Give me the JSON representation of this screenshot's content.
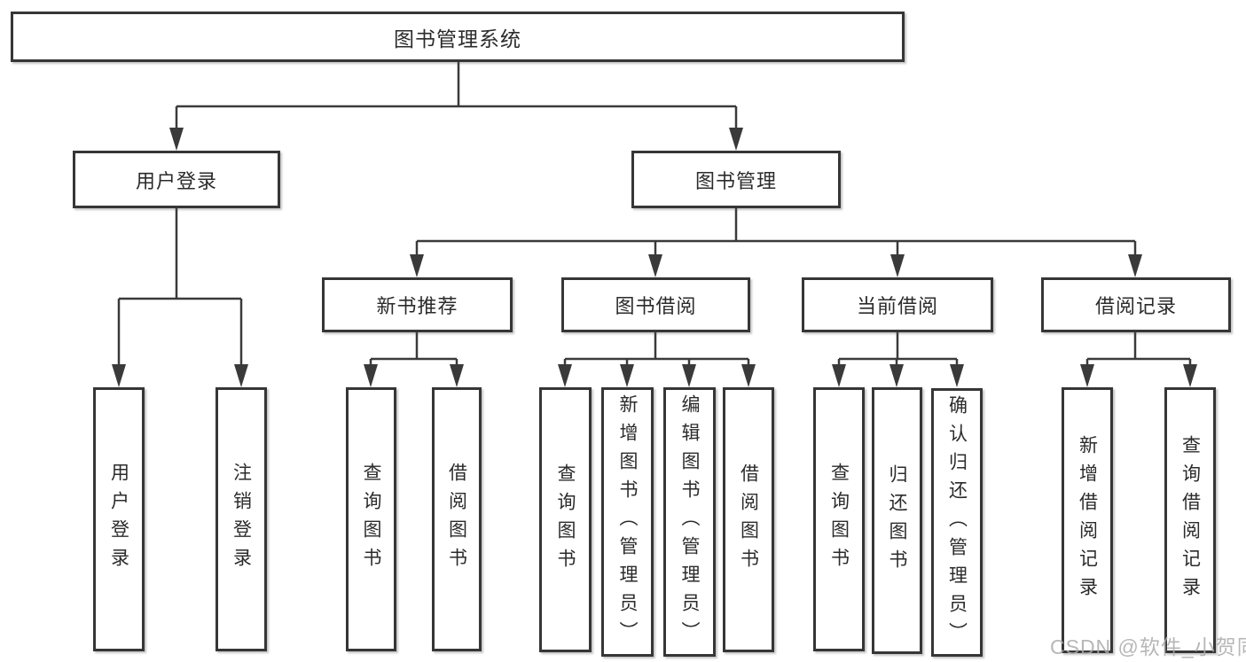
{
  "diagram": {
    "type": "hierarchy-tree",
    "background": "#ffffff",
    "line_color": "#3a3a3a",
    "box_border_color": "#363636",
    "text_color": "#2b2b2b",
    "watermark": {
      "text": "CSDN @软件_小贺同学",
      "color": "#ababab"
    },
    "tree": {
      "root": {
        "label": "图书管理系统",
        "children": [
          {
            "label": "用户登录",
            "children": [
              {
                "label": "用户登录"
              },
              {
                "label": "注销登录"
              }
            ]
          },
          {
            "label": "图书管理",
            "children": [
              {
                "label": "新书推荐",
                "children": [
                  {
                    "label": "查询图书"
                  },
                  {
                    "label": "借阅图书"
                  }
                ]
              },
              {
                "label": "图书借阅",
                "children": [
                  {
                    "label": "查询图书"
                  },
                  {
                    "label": "新增图书（管理员）"
                  },
                  {
                    "label": "编辑图书（管理员）"
                  },
                  {
                    "label": "借阅图书"
                  }
                ]
              },
              {
                "label": "当前借阅",
                "children": [
                  {
                    "label": "查询图书"
                  },
                  {
                    "label": "归还图书"
                  },
                  {
                    "label": "确认归还（管理员）"
                  }
                ]
              },
              {
                "label": "借阅记录",
                "children": [
                  {
                    "label": "新增借阅记录"
                  },
                  {
                    "label": "查询借阅记录"
                  }
                ]
              }
            ]
          }
        ]
      }
    }
  }
}
